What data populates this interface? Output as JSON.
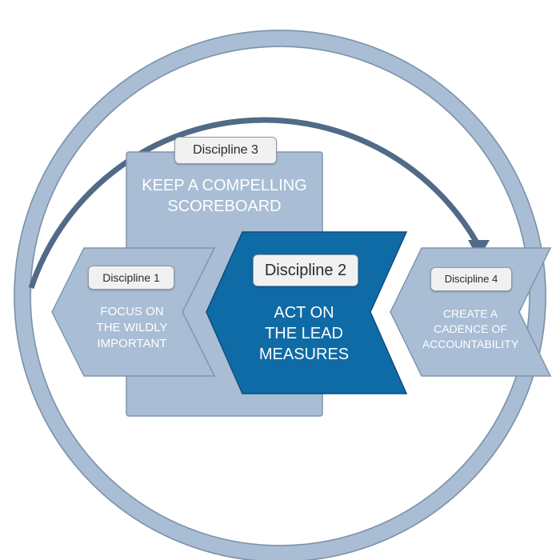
{
  "colors": {
    "light_blue": "#a9bdd5",
    "dark_blue": "#0f6ba6",
    "ring_dark": "#506a87",
    "ring_light": "#a9bdd5",
    "tag_bg": "#f1f1f1",
    "tag_text": "#2a2a2a",
    "body_text": "#ffffff"
  },
  "disciplines": [
    {
      "tag": "Discipline 1",
      "lines": [
        "FOCUS ON",
        "THE WILDLY",
        "IMPORTANT"
      ]
    },
    {
      "tag": "Discipline 2",
      "lines": [
        "ACT ON",
        "THE LEAD",
        "MEASURES"
      ]
    },
    {
      "tag": "Discipline 3",
      "lines": [
        "KEEP A COMPELLING",
        "SCOREBOARD"
      ]
    },
    {
      "tag": "Discipline 4",
      "lines": [
        "CREATE A",
        "CADENCE OF",
        "ACCOUNTABILITY"
      ]
    }
  ]
}
